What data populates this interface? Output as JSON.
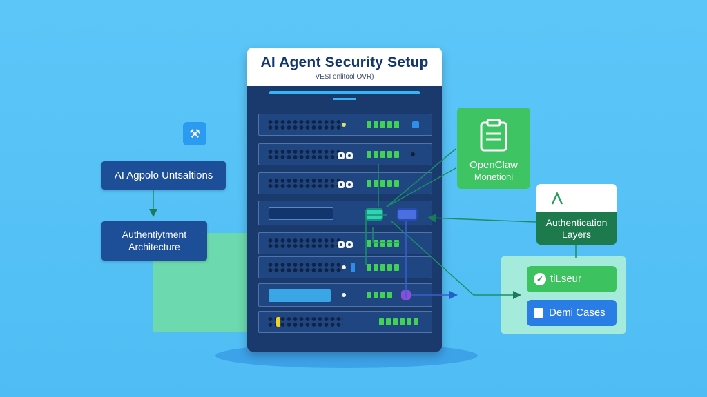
{
  "rack": {
    "title": "AI Agent Security Setup",
    "subtitle": "VESI onlitool OVR)"
  },
  "left": {
    "top_box": "AI Agpolo Untsaltions",
    "bottom_box": [
      "Authentiytment",
      "Architecture"
    ]
  },
  "right": {
    "green_card": [
      "OpenClaw",
      "Monetioni"
    ],
    "auth_card": [
      "Authentication",
      "Layers"
    ],
    "user_pill": "tiLseur",
    "cases_pill": "Demi Cases"
  },
  "icons": {
    "left_app": "wrench-icon",
    "green_card": "clipboard-icon",
    "auth_card": "chevron-up-icon",
    "user_pill": "circle-check-icon",
    "cases_pill": "card-icon"
  },
  "colors": {
    "background": "#5cc6f8",
    "rack": "#1a3a6e",
    "nav_box": "#1c4f98",
    "green": "#3fc463",
    "dark_green": "#1d7a4c",
    "blue_pill": "#2b7de6",
    "led": "#43d056"
  }
}
